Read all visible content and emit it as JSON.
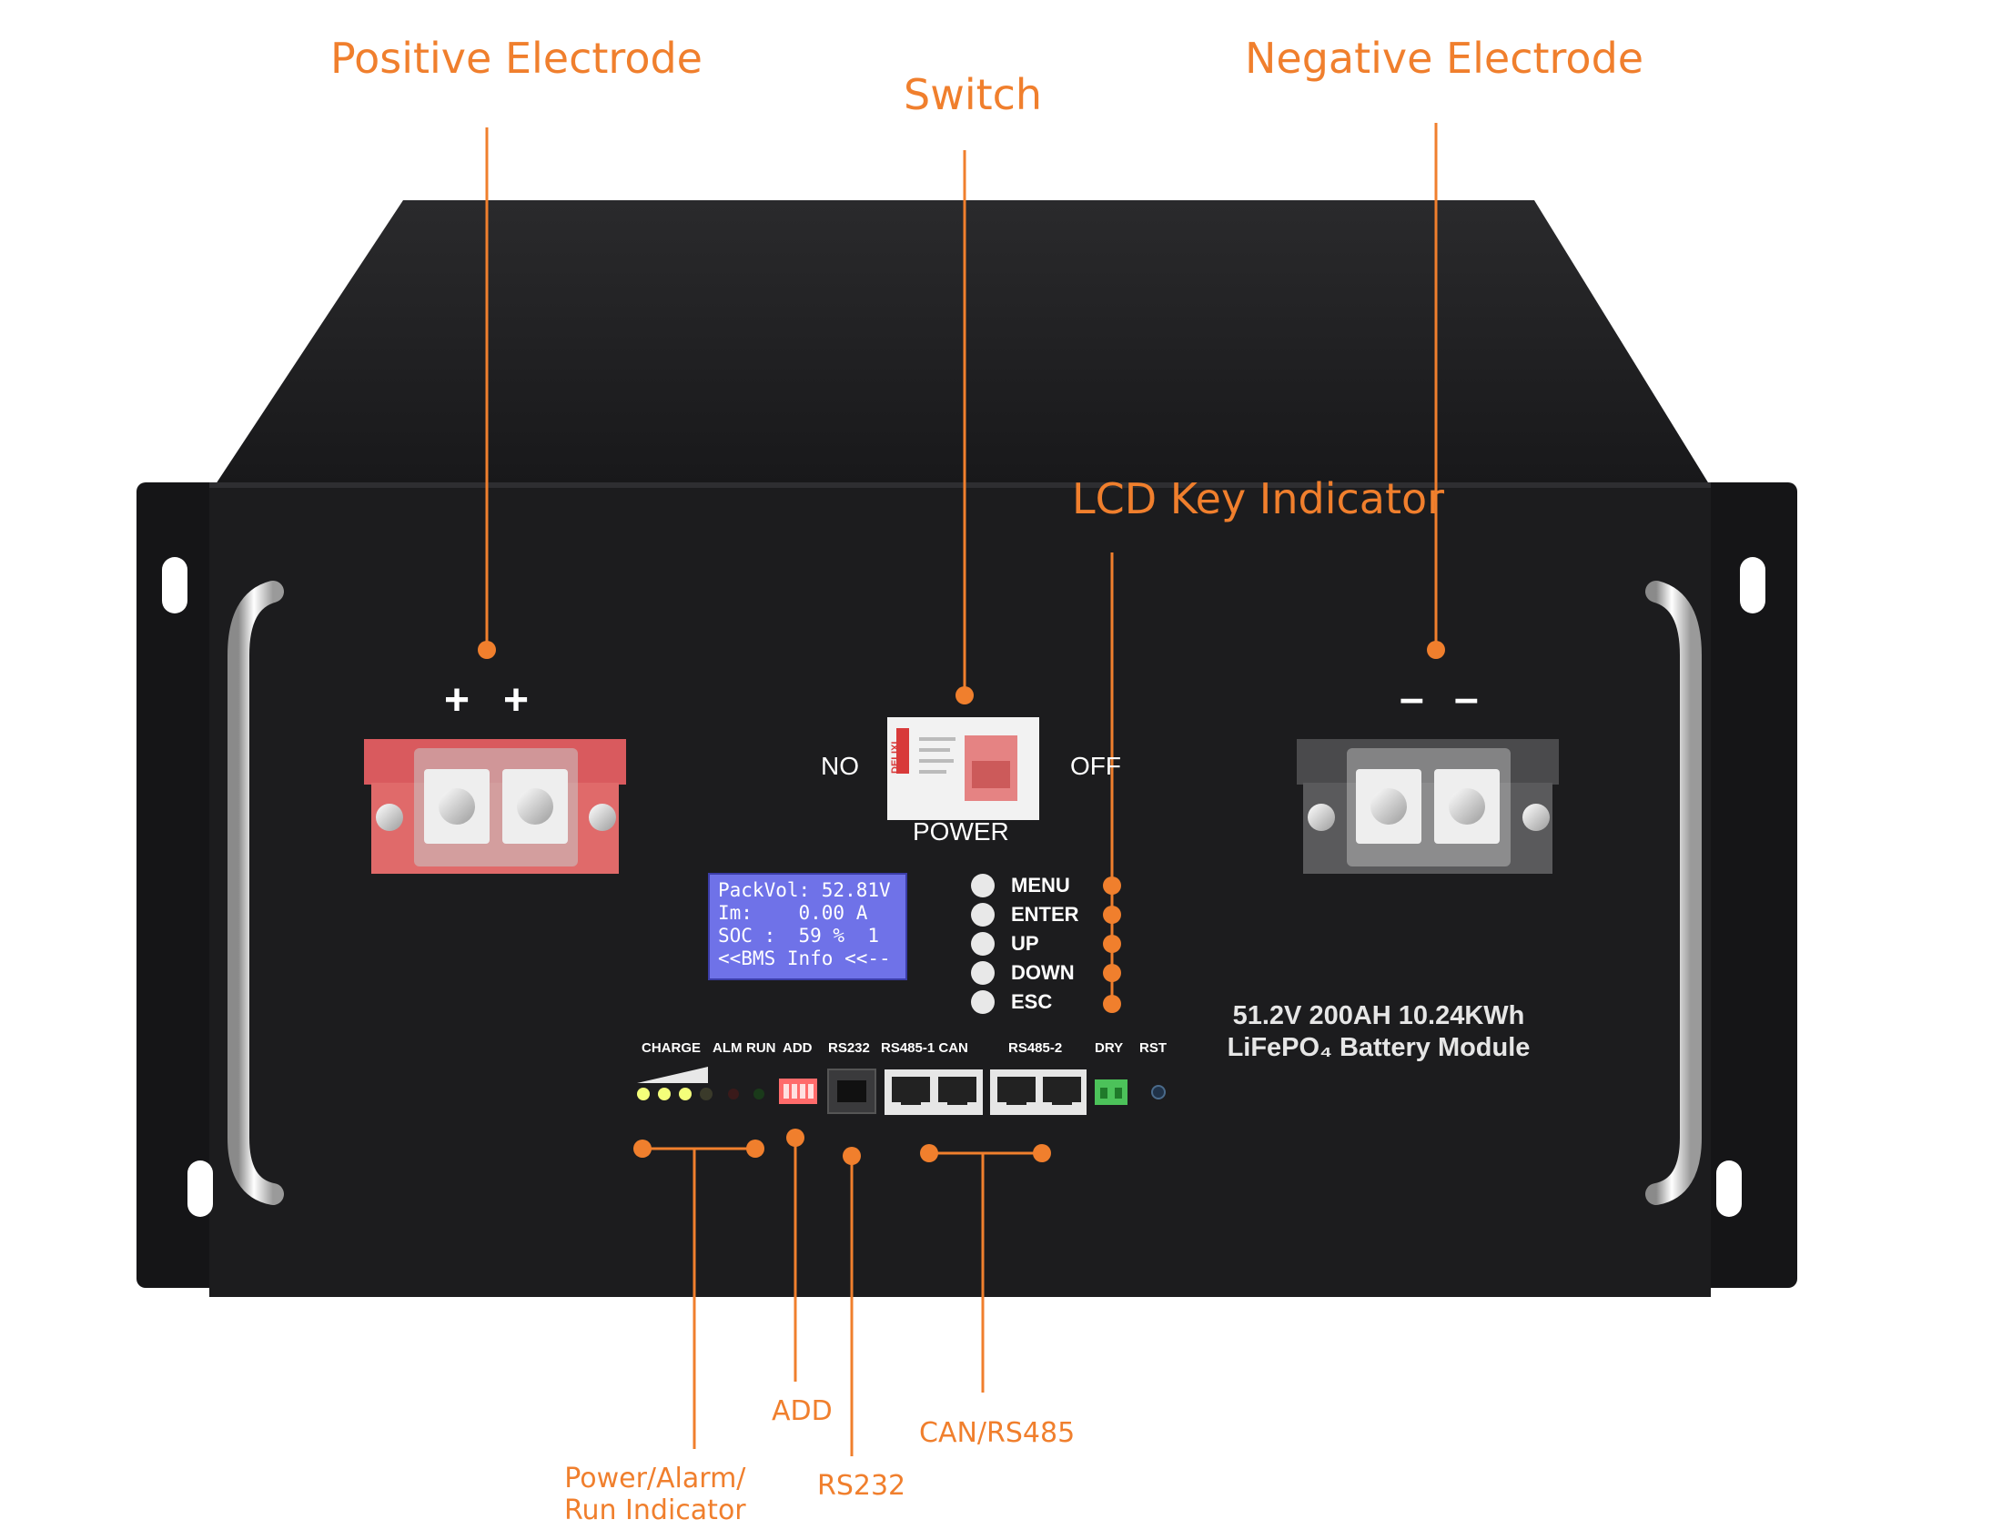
{
  "callouts": {
    "positive_electrode": "Positive Electrode",
    "switch": "Switch",
    "negative_electrode": "Negative Electrode",
    "lcd_key_indicator": "LCD Key Indicator",
    "add": "ADD",
    "can_rs485": "CAN/RS485",
    "power_alarm_run_line1": "Power/Alarm/",
    "power_alarm_run_line2": "Run Indicator",
    "rs232": "RS232"
  },
  "terminals": {
    "positive_symbol_1": "+",
    "positive_symbol_2": "+",
    "negative_symbol_1": "–",
    "negative_symbol_2": "–"
  },
  "breaker": {
    "label_no": "NO",
    "label_off": "OFF",
    "label_power": "POWER",
    "brand": "DELIXI"
  },
  "lcd": {
    "line1": "PackVol: 52.81V",
    "line2": "Im:    0.00 A",
    "line3": "SOC :  59 %  1",
    "line4": "<<BMS Info <<--"
  },
  "keys": [
    "MENU",
    "ENTER",
    "UP",
    "DOWN",
    "ESC"
  ],
  "ports": {
    "charge": "CHARGE",
    "alm": "ALM",
    "run": "RUN",
    "add": "ADD",
    "rs232": "RS232",
    "rs485_1_can": "RS485-1 CAN",
    "rs485_2": "RS485-2",
    "dry": "DRY",
    "rst": "RST"
  },
  "model": {
    "line1": "51.2V 200AH 10.24KWh",
    "line2": "LiFePO₄ Battery Module"
  },
  "colors": {
    "callout": "#f07f2d",
    "chassis": "#1c1c1e",
    "positive_terminal": "#e06a6a",
    "negative_terminal": "#5a5a5c",
    "lcd": "#6f72e8",
    "led_on": "#f4ff7a",
    "dip_switch": "#ff6b6b",
    "dry_contact": "#4cc25a"
  }
}
